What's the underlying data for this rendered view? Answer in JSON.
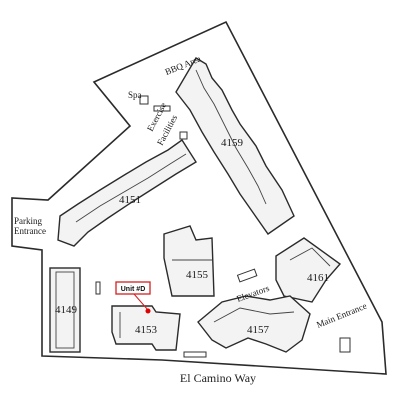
{
  "map": {
    "road": "El Camino Way",
    "areas": {
      "bbq": "BBQ Area",
      "spa": "Spa",
      "exercise_line1": "Exercise",
      "exercise_line2": "Facilities",
      "parking_line1": "Parking",
      "parking_line2": "Entrance",
      "elevators": "Elevators",
      "main_entrance": "Main Entrance"
    },
    "buildings": {
      "b4159": "4159",
      "b4151": "4151",
      "b4155": "4155",
      "b4161": "4161",
      "b4157": "4157",
      "b4149": "4149",
      "b4153": "4153"
    },
    "marker": {
      "label": "Unit #D",
      "color": "#e00000"
    }
  }
}
